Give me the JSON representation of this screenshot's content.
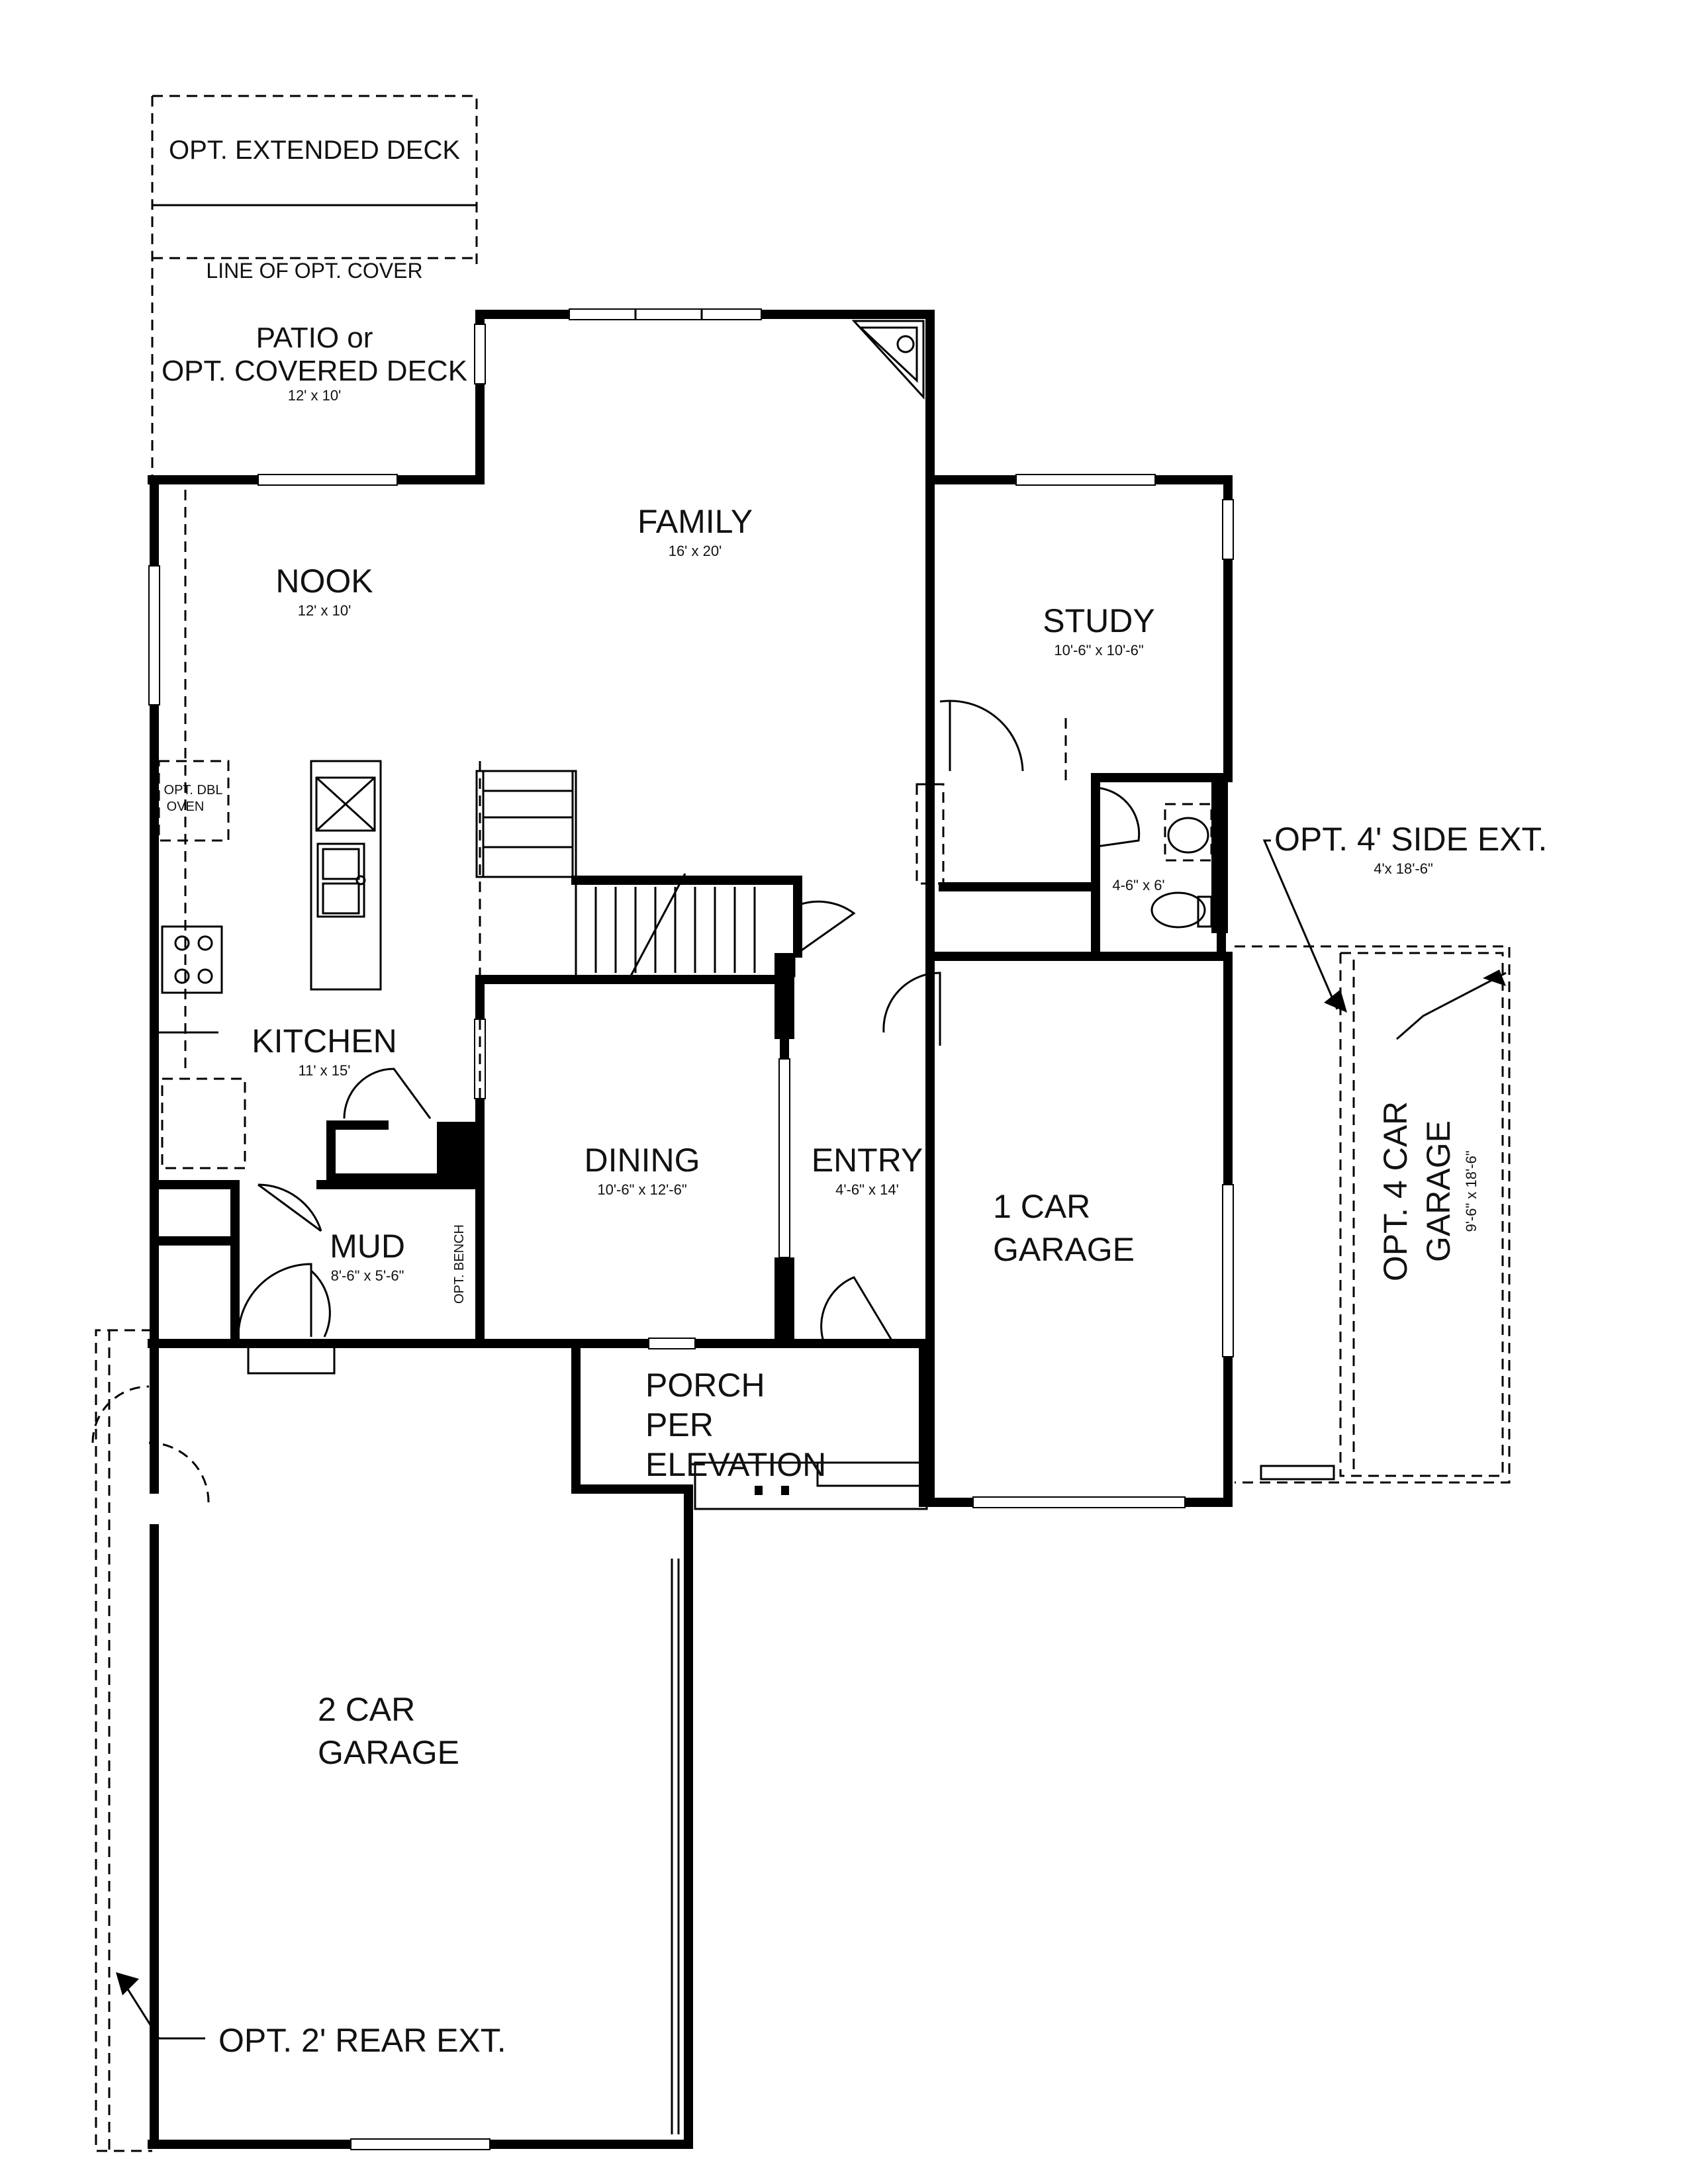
{
  "rooms": {
    "opt_extended_deck": {
      "name": "OPT. EXTENDED DECK"
    },
    "opt_cover_line": {
      "name": "LINE OF OPT. COVER"
    },
    "patio": {
      "name_line1": "PATIO or",
      "name_line2": "OPT. COVERED DECK",
      "dims": "12' x 10'"
    },
    "family": {
      "name": "FAMILY",
      "dims": "16' x 20'"
    },
    "nook": {
      "name": "NOOK",
      "dims": "12' x 10'"
    },
    "study": {
      "name": "STUDY",
      "dims": "10'-6\" x 10'-6\""
    },
    "kitchen": {
      "name": "KITCHEN",
      "dims": "11' x 15'"
    },
    "oven": {
      "line1": "OPT. DBL",
      "line2": "OVEN"
    },
    "bath": {
      "dims": "4-6\" x 6'"
    },
    "dining": {
      "name": "DINING",
      "dims": "10'-6\" x 12'-6\""
    },
    "entry": {
      "name": "ENTRY",
      "dims": "4'-6\" x 14'"
    },
    "mud": {
      "name": "MUD",
      "dims": "8'-6\" x 5'-6\""
    },
    "bench": {
      "name": "OPT. BENCH"
    },
    "garage1": {
      "line1": "1 CAR",
      "line2": "GARAGE"
    },
    "porch": {
      "line1": "PORCH",
      "line2": "PER",
      "line3": "ELEVATION"
    },
    "garage2": {
      "line1": "2 CAR",
      "line2": "GARAGE"
    },
    "garage4": {
      "line1": "OPT. 4 CAR",
      "line2": "GARAGE",
      "dims": "9'-6\" x 18'-6\""
    }
  },
  "notes": {
    "side_ext": {
      "title": "OPT. 4' SIDE EXT.",
      "dims": "4'x 18'-6\""
    },
    "rear_ext": {
      "title": "OPT. 2' REAR EXT."
    }
  }
}
